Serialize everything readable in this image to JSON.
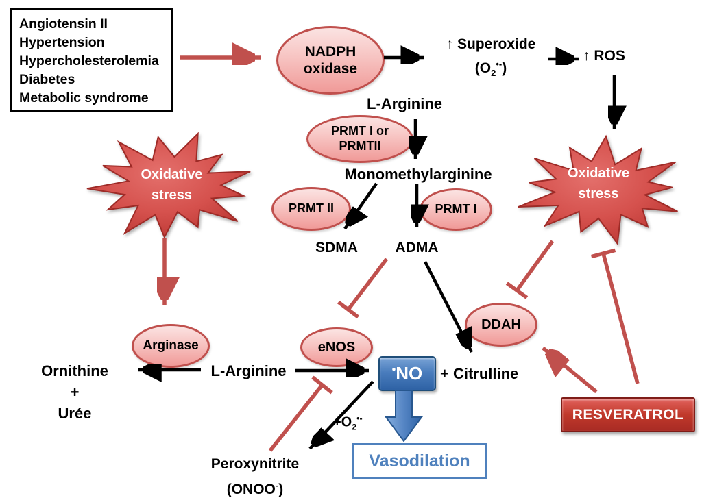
{
  "colors": {
    "accent_red": "#c0504d",
    "pink_top": "#fbe3e2",
    "pink_bottom": "#f09a98",
    "star_red": "#d5514d",
    "no_blue": "#2e62a5",
    "vaso_blue": "#4f81bd",
    "resv_red": "#c0392b",
    "line_black": "#000000"
  },
  "risk_box": {
    "lines": [
      "Angiotensin II",
      "Hypertension",
      "Hypercholesterolemia",
      "Diabetes",
      "Metabolic syndrome"
    ]
  },
  "nodes": {
    "nadph": {
      "line1": "NADPH",
      "line2": "oxidase"
    },
    "superoxide": {
      "line1": "↑ Superoxide",
      "l2_pre": "(O",
      "l2_sub": "2",
      "l2_sup": "•-",
      "l2_post": ")"
    },
    "ros": {
      "label": "↑ ROS"
    },
    "l_arginine_top": {
      "label": "L-Arginine"
    },
    "prmt_1_or_2": {
      "line1": "PRMT I or",
      "line2": "PRMTII"
    },
    "monomethylarginine": {
      "label": "Monomethylarginine"
    },
    "prmt2": {
      "label": "PRMT II"
    },
    "prmt1": {
      "label": "PRMT I"
    },
    "sdma": {
      "label": "SDMA"
    },
    "adma": {
      "label": "ADMA"
    },
    "oxidative_left": {
      "line1": "Oxidative",
      "line2": "stress"
    },
    "oxidative_right": {
      "line1": "Oxidative",
      "line2": "stress"
    },
    "arginase": {
      "label": "Arginase"
    },
    "ornithine": {
      "line1": "Ornithine",
      "line2": "+",
      "line3": "Urée"
    },
    "l_arginine_bottom": {
      "label": "L-Arginine"
    },
    "enos": {
      "label": "eNOS"
    },
    "no": {
      "sup": "•",
      "label": "NO"
    },
    "citrulline": {
      "label": "+ Citrulline"
    },
    "ddah": {
      "label": "DDAH"
    },
    "o2_radical": {
      "pre": "+O",
      "sub": "2",
      "sup": "•-"
    },
    "peroxynitrite": {
      "line1": "Peroxynitrite",
      "l2_pre": "(ONOO",
      "l2_sup": "-",
      "l2_post": ")"
    },
    "vasodilation": {
      "label": "Vasodilation"
    },
    "resveratrol": {
      "label": "RESVERATROL"
    }
  }
}
